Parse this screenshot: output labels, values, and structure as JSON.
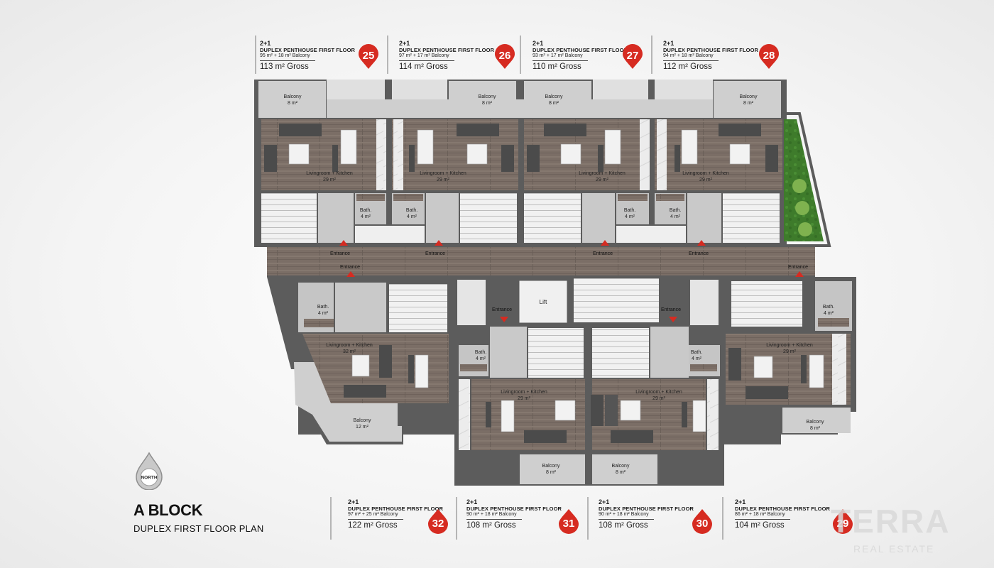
{
  "title": "A BLOCK",
  "subtitle": "DUPLEX FIRST FLOOR PLAN",
  "north_label": "NORTH",
  "brand": {
    "name": "TERRA",
    "tagline": "REAL ESTATE"
  },
  "colors": {
    "pin": "#d62b21",
    "floor": "#7d7068",
    "wall": "#5d5d5d",
    "balcony": "#cfcfcf",
    "garden": "#3f7f2c"
  },
  "units_top": [
    {
      "number": "25",
      "type": "2+1",
      "name": "DUPLEX PENTHOUSE FIRST FLOOR",
      "detail": "95 m² + 18 m² Balcony",
      "gross": "113 m² Gross"
    },
    {
      "number": "26",
      "type": "2+1",
      "name": "DUPLEX PENTHOUSE FIRST FLOOR",
      "detail": "97 m² + 17 m² Balcony",
      "gross": "114 m² Gross"
    },
    {
      "number": "27",
      "type": "2+1",
      "name": "DUPLEX PENTHOUSE FIRST FLOOR",
      "detail": "93 m² + 17 m² Balcony",
      "gross": "110 m² Gross"
    },
    {
      "number": "28",
      "type": "2+1",
      "name": "DUPLEX PENTHOUSE FIRST FLOOR",
      "detail": "94 m² + 18 m² Balcony",
      "gross": "112 m² Gross"
    }
  ],
  "units_bottom": [
    {
      "number": "32",
      "type": "2+1",
      "name": "DUPLEX PENTHOUSE FIRST FLOOR",
      "detail": "97 m² + 25 m² Balcony",
      "gross": "122 m² Gross"
    },
    {
      "number": "31",
      "type": "2+1",
      "name": "DUPLEX PENTHOUSE FIRST FLOOR",
      "detail": "90 m² + 18 m² Balcony",
      "gross": "108 m² Gross"
    },
    {
      "number": "30",
      "type": "2+1",
      "name": "DUPLEX PENTHOUSE FIRST FLOOR",
      "detail": "90 m² + 18 m² Balcony",
      "gross": "108 m² Gross"
    },
    {
      "number": "29",
      "type": "2+1",
      "name": "DUPLEX PENTHOUSE FIRST FLOOR",
      "detail": "86 m² + 18 m² Balcony",
      "gross": "104 m² Gross"
    }
  ],
  "rooms": {
    "balcony": "Balcony",
    "living": "Livingroom + Kitchen",
    "bath": "Bath.",
    "entrance": "Entrance",
    "lift": "Lift",
    "a25": {
      "bal": "8 m²",
      "liv": "29 m²",
      "bath": "4 m²"
    },
    "a26": {
      "bal": "8 m²",
      "liv": "29 m²",
      "bath": "4 m²"
    },
    "a27": {
      "bal": "8 m²",
      "liv": "29 m²",
      "bath": "4 m²"
    },
    "a28": {
      "bal": "8 m²",
      "liv": "29 m²",
      "bath": "4 m²"
    },
    "a32": {
      "bal": "12 m²",
      "liv": "32 m²",
      "bath": "4 m²"
    },
    "a31": {
      "bal": "8 m²",
      "liv": "29 m²",
      "bath": "4 m²"
    },
    "a30": {
      "bal": "8 m²",
      "liv": "29 m²",
      "bath": "4 m²"
    },
    "a29": {
      "bal": "8 m²",
      "liv": "29 m²",
      "bath": "4 m²"
    }
  }
}
